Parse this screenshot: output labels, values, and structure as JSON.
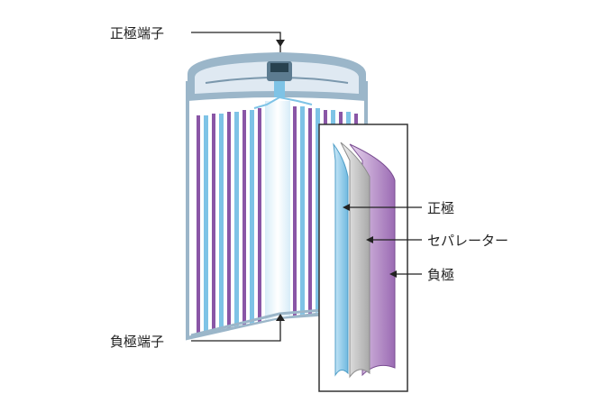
{
  "labels": {
    "positive_terminal": "正極端子",
    "negative_terminal": "負極端子",
    "positive_electrode": "正極",
    "separator": "セパレーター",
    "negative_electrode": "負極"
  },
  "colors": {
    "background": "#ffffff",
    "cap": "#9bb6c9",
    "cap_inner": "#dfe9f2",
    "positive_stripe": "#7ec3e6",
    "negative_stripe": "#8a56a6",
    "separator_layer": "#b9b9b9",
    "negative_layer": "#b489c4",
    "core": "#eaf4fb",
    "line": "#222222"
  }
}
